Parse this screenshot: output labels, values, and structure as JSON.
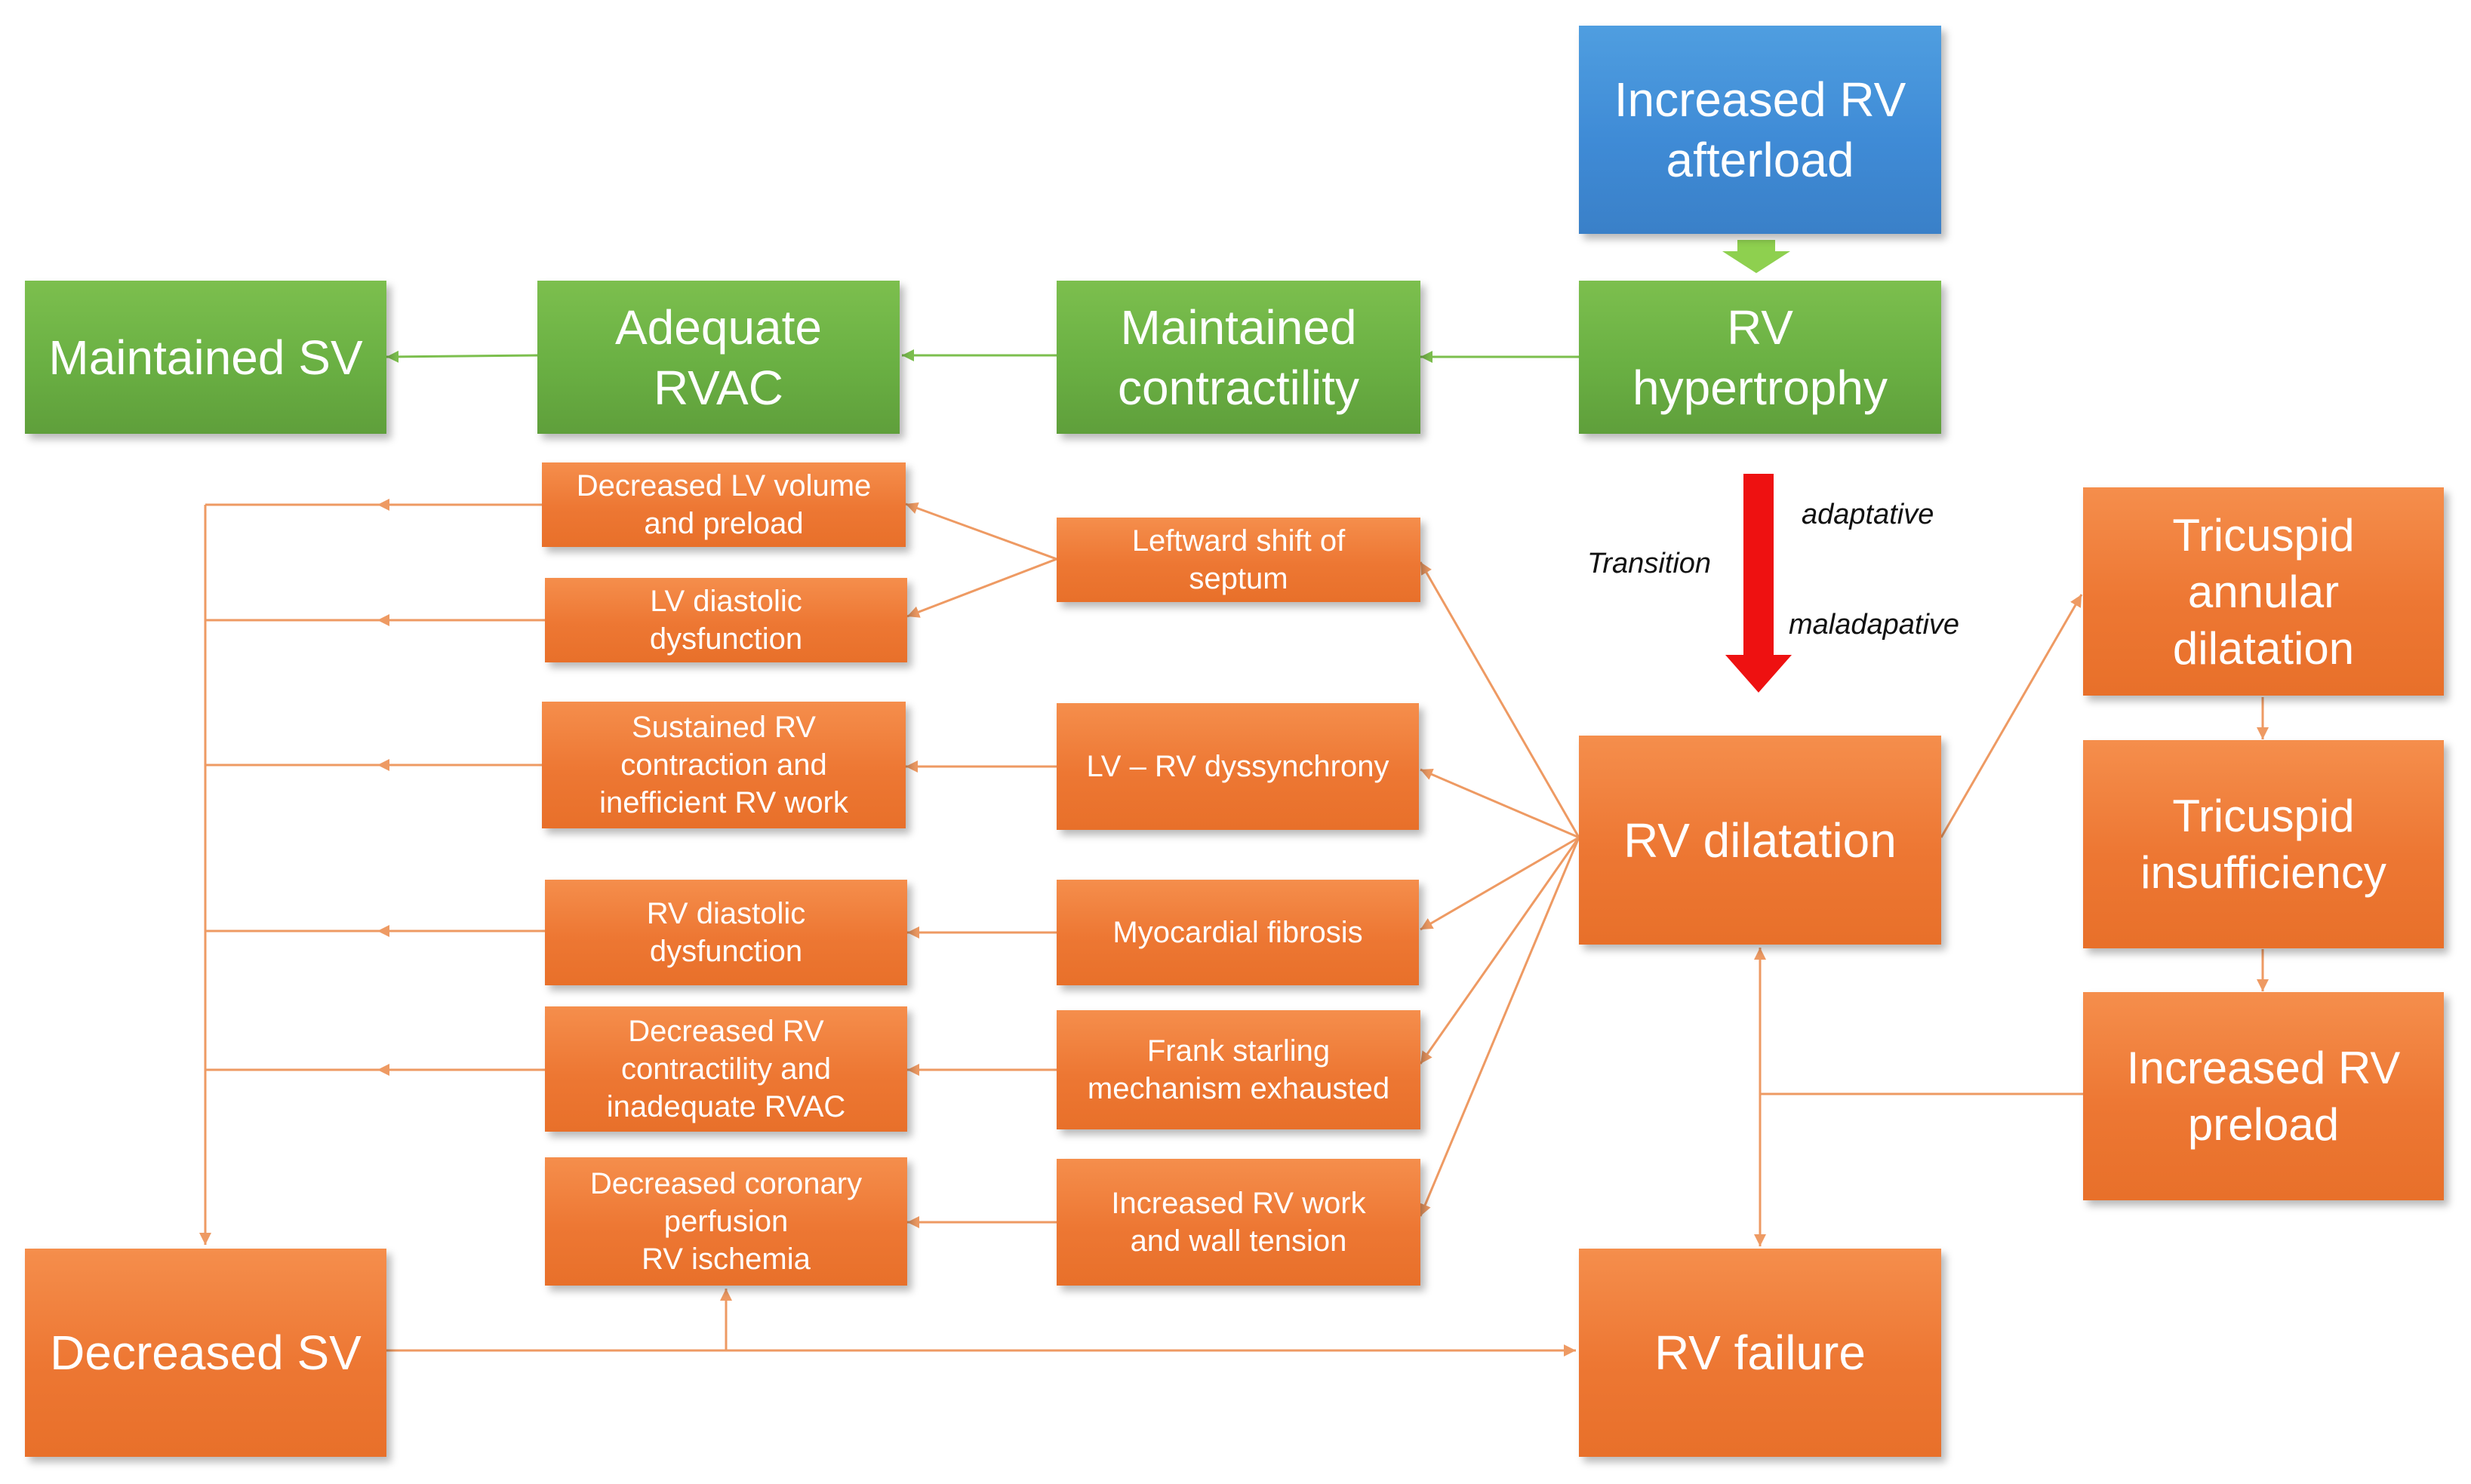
{
  "colors": {
    "orange": "#ed7733",
    "green": "#6ab043",
    "blue": "#3f8bd6",
    "connector": "#ee9a63",
    "transition_arrow": "#ee1111",
    "green_arrow": "#8ed04f"
  },
  "top": {
    "afterload": "Increased RV\nafterload"
  },
  "adaptive_row": {
    "hypertrophy": "RV\nhypertrophy",
    "contractility": "Maintained\ncontractility",
    "rvac": "Adequate\nRVAC",
    "sv": "Maintained SV"
  },
  "transition": {
    "label": "Transition",
    "adaptive": "adaptative",
    "maladaptive": "maladapative"
  },
  "mechanisms": {
    "septum": "Leftward shift of\nseptum",
    "dyssynchrony": "LV – RV dyssynchrony",
    "fibrosis": "Myocardial fibrosis",
    "frank": "Frank starling\nmechanism exhausted",
    "work": "Increased RV work\nand wall tension"
  },
  "consequences": {
    "lv_volume": "Decreased LV volume\nand preload",
    "lv_diastolic": "LV diastolic\ndysfunction",
    "sustained": "Sustained RV\ncontraction and\ninefficient RV work",
    "rv_diastolic": "RV diastolic\ndysfunction",
    "rv_contractility": "Decreased RV\ncontractility and\ninadequate RVAC",
    "coronary": "Decreased coronary\nperfusion\nRV ischemia"
  },
  "right_side": {
    "dilatation": "RV dilatation",
    "annular": "Tricuspid\nannular\ndilatation",
    "insufficiency": "Tricuspid\ninsufficiency",
    "preload": "Increased RV\npreload",
    "failure": "RV failure"
  },
  "bottom": {
    "decreased_sv": "Decreased SV"
  }
}
